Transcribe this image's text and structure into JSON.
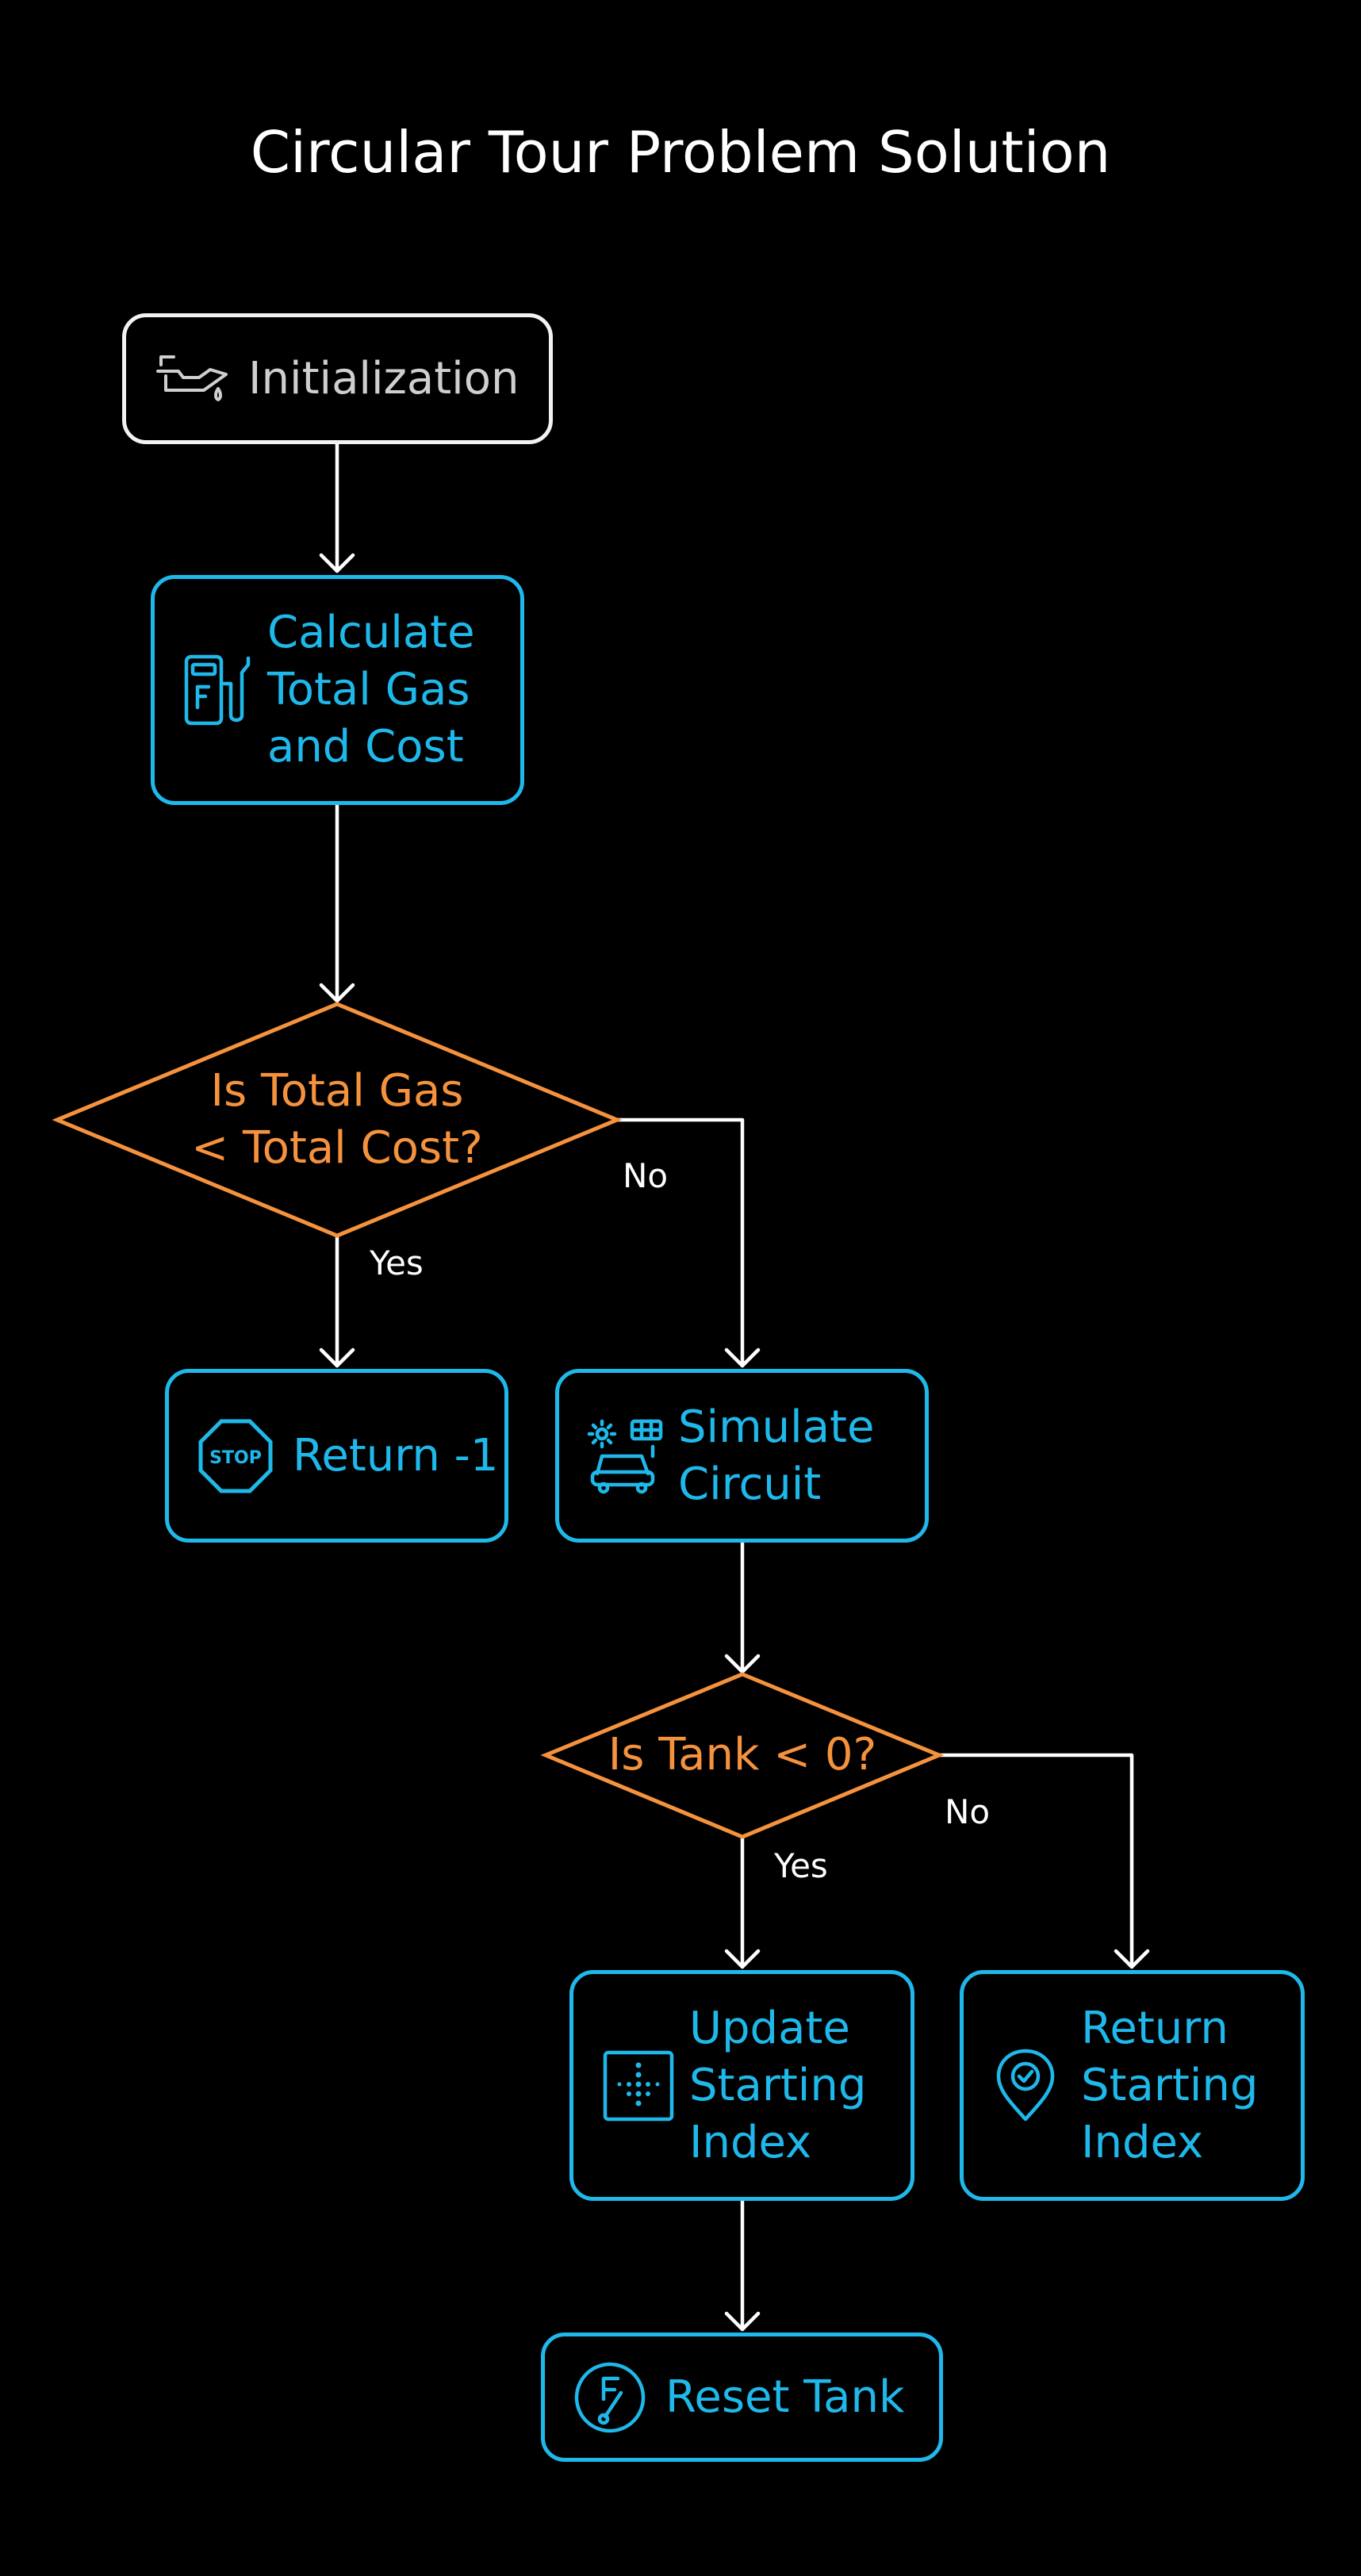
{
  "title": "Circular Tour Problem Solution",
  "nodes": {
    "initialization": {
      "label": "Initialization",
      "icon": "oil-can-icon"
    },
    "calculate_total": {
      "lines": [
        "Calculate",
        "Total Gas",
        "and Cost"
      ],
      "icon": "fuel-pump-icon"
    },
    "decision_total": {
      "lines": [
        "Is Total Gas",
        "< Total Cost?"
      ]
    },
    "return_minus_one": {
      "label": "Return -1",
      "icon": "stop-sign-icon",
      "icon_text": "STOP"
    },
    "simulate_circuit": {
      "lines": [
        "Simulate",
        "Circuit"
      ],
      "icon": "car-charging-icon"
    },
    "decision_tank": {
      "label": "Is Tank < 0?"
    },
    "update_start": {
      "lines": [
        "Update",
        "Starting",
        "Index"
      ],
      "icon": "dotted-arrow-icon"
    },
    "return_start": {
      "lines": [
        "Return",
        "Starting",
        "Index"
      ],
      "icon": "location-check-icon"
    },
    "reset_tank": {
      "label": "Reset Tank",
      "icon": "fuel-gauge-icon"
    }
  },
  "edges": {
    "total_no": "No",
    "total_yes": "Yes",
    "tank_no": "No",
    "tank_yes": "Yes"
  },
  "colors": {
    "background": "#000000",
    "process": "#1fb8ea",
    "decision": "#f5923e",
    "start": "#f2f2f2",
    "line": "#ffffff"
  }
}
